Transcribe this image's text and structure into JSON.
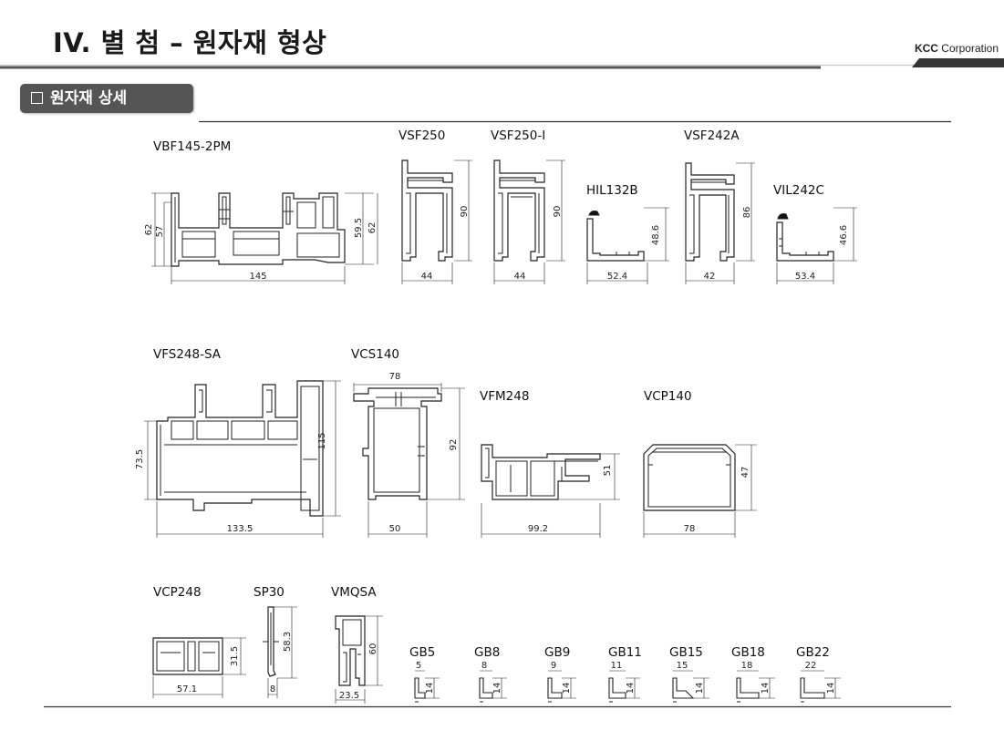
{
  "header": {
    "title": "IV. 별 첨 – 원자재 형상",
    "brand_bold": "KCC",
    "brand_rest": " Corporation"
  },
  "section": {
    "title": "원자재 상세"
  },
  "profiles": [
    {
      "name": "VBF145-2PM",
      "dims": [
        "62",
        "57",
        "59.5",
        "62",
        "145"
      ]
    },
    {
      "name": "VSF250",
      "dims": [
        "90",
        "44"
      ]
    },
    {
      "name": "VSF250-I",
      "dims": [
        "90",
        "44"
      ]
    },
    {
      "name": "HIL132B",
      "dims": [
        "48.6",
        "52.4"
      ]
    },
    {
      "name": "VSF242A",
      "dims": [
        "86",
        "42"
      ]
    },
    {
      "name": "VIL242C",
      "dims": [
        "46.6",
        "53.4"
      ]
    },
    {
      "name": "VFS248-SA",
      "dims": [
        "73.5",
        "115",
        "133.5"
      ]
    },
    {
      "name": "VCS140",
      "dims": [
        "78",
        "92",
        "50"
      ]
    },
    {
      "name": "VFM248",
      "dims": [
        "51",
        "99.2"
      ]
    },
    {
      "name": "VCP140",
      "dims": [
        "47",
        "78"
      ]
    },
    {
      "name": "VCP248",
      "dims": [
        "31.5",
        "57.1"
      ]
    },
    {
      "name": "SP30",
      "dims": [
        "58.3",
        "8"
      ]
    },
    {
      "name": "VMQSA",
      "dims": [
        "60",
        "23.5"
      ]
    },
    {
      "name": "GB5",
      "dims": [
        "5",
        "14"
      ]
    },
    {
      "name": "GB8",
      "dims": [
        "8",
        "14"
      ]
    },
    {
      "name": "GB9",
      "dims": [
        "9",
        "14"
      ]
    },
    {
      "name": "GB11",
      "dims": [
        "11",
        "14"
      ]
    },
    {
      "name": "GB15",
      "dims": [
        "15",
        "14"
      ]
    },
    {
      "name": "GB18",
      "dims": [
        "18",
        "14"
      ]
    },
    {
      "name": "GB22",
      "dims": [
        "22",
        "14"
      ]
    }
  ],
  "colors": {
    "rule_dark": "#555555",
    "rule_light": "#c8c8c8",
    "line": "#222222",
    "badge": "#555555"
  }
}
